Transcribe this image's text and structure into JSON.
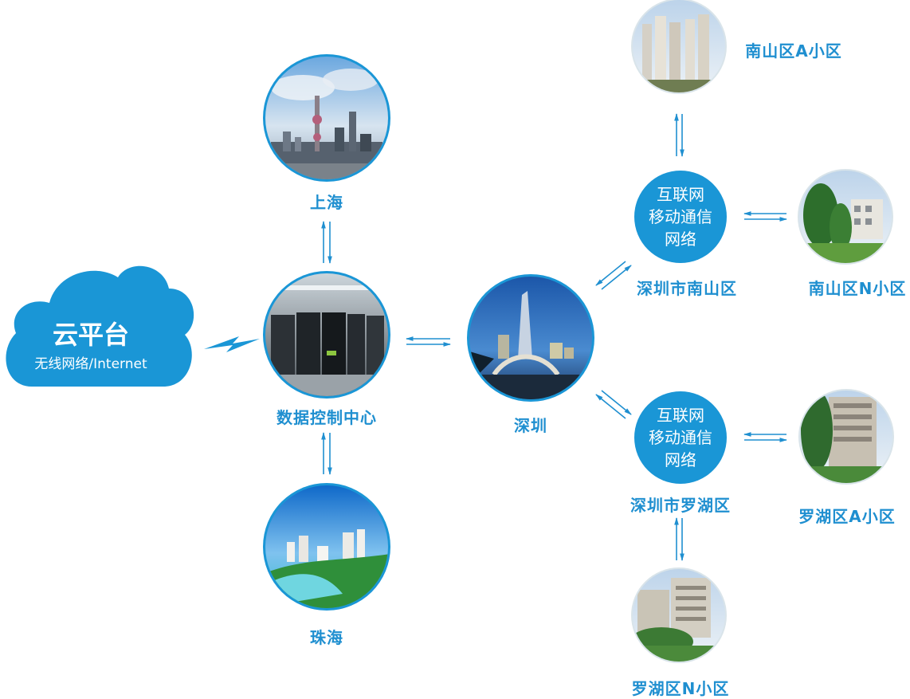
{
  "cloud": {
    "title": "云平台",
    "subtitle": "无线网络/Internet"
  },
  "nodes": {
    "data_center": "数据控制中心",
    "shanghai": "上海",
    "zhuhai": "珠海",
    "shenzhen": "深圳",
    "nanshan_district": "深圳市南山区",
    "luohu_district": "深圳市罗湖区",
    "nanshan_a": "南山区A小区",
    "nanshan_n": "南山区N小区",
    "luohu_a": "罗湖区A小区",
    "luohu_n": "罗湖区N小区"
  },
  "network_node": {
    "label": "互联网\n移动通信\n网络"
  },
  "colors": {
    "accent": "#1f8fd0",
    "cloud": "#1a96d6",
    "circle_fill": "#1a96d6"
  },
  "icons": {
    "shanghai": "skyline-photo-icon",
    "data_center": "server-racks-photo-icon",
    "zhuhai": "coastline-photo-icon",
    "shenzhen": "tower-bridge-photo-icon",
    "community": "residential-building-photo-icon",
    "link": "bidirectional-arrow-icon",
    "wireless": "lightning-link-icon"
  }
}
